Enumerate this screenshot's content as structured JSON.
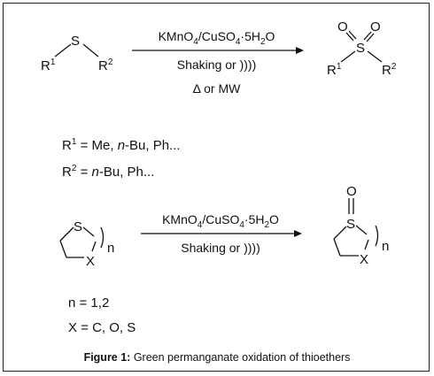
{
  "reaction1": {
    "reactant": {
      "s": "S",
      "r1": "R",
      "r1_sup": "1",
      "r2": "R",
      "r2_sup": "2"
    },
    "reagent_parts": [
      "KMnO",
      "4",
      "/CuSO",
      "4",
      "·5H",
      "2",
      "O"
    ],
    "conditions_line2": "Shaking or ))))",
    "conditions_line3": "Δ or MW",
    "product": {
      "s": "S",
      "o1": "O",
      "o2": "O",
      "r1": "R",
      "r1_sup": "1",
      "r2": "R",
      "r2_sup": "2"
    }
  },
  "substituents": {
    "r1_label": "R",
    "r1_sup": "1",
    "r1_eq": " = Me, ",
    "r1_nbu": "n",
    "r1_rest": "-Bu, Ph...",
    "r2_label": "R",
    "r2_sup": "2",
    "r2_eq": " = ",
    "r2_nbu": "n",
    "r2_rest": "-Bu, Ph..."
  },
  "reaction2": {
    "reactant": {
      "s": "S",
      "x": "X",
      "n": "n"
    },
    "reagent_parts": [
      "KMnO",
      "4",
      "/CuSO",
      "4",
      "·5H",
      "2",
      "O"
    ],
    "conditions_line2": "Shaking or ))))",
    "product": {
      "s": "S",
      "o": "O",
      "x": "X",
      "n": "n"
    }
  },
  "variables": {
    "n_values": "n = 1,2",
    "x_values": "X = C, O, S"
  },
  "caption": {
    "label": "Figure 1:",
    "text": " Green permanganate oxidation of thioethers"
  }
}
